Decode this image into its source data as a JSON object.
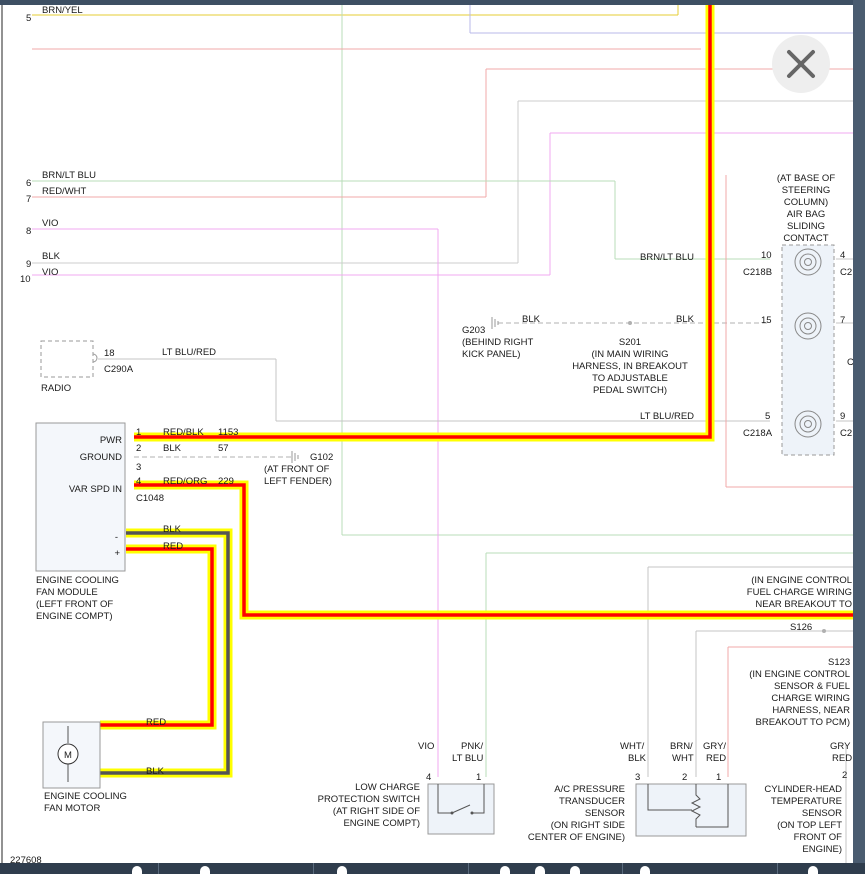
{
  "diagram": {
    "figure_id": "227608",
    "components": {
      "radio": {
        "name": "RADIO",
        "pin": "18",
        "connector": "C290A"
      },
      "fan_module": {
        "name": [
          "ENGINE COOLING",
          "FAN MODULE",
          "(LEFT FRONT OF",
          "ENGINE COMPT)"
        ],
        "pins": [
          "PWR",
          "GROUND",
          "VAR SPD IN",
          "-",
          "+"
        ],
        "connector": "C1048"
      },
      "fan_motor": {
        "name": [
          "ENGINE COOLING",
          "FAN MOTOR"
        ],
        "symbol": "M"
      },
      "air_bag": {
        "name": [
          "(AT BASE OF",
          "STEERING",
          "COLUMN)",
          "AIR BAG",
          "SLIDING",
          "CONTACT"
        ],
        "pins_left": [
          "10",
          "15",
          "5"
        ],
        "pins_right": [
          "4",
          "7",
          "9"
        ],
        "connectors": [
          "C218B",
          "C218A"
        ],
        "edge_clips": [
          "C2",
          "C2",
          "C"
        ]
      },
      "low_charge_switch": {
        "name": [
          "LOW CHARGE",
          "PROTECTION SWITCH",
          "(AT RIGHT SIDE OF",
          "ENGINE COMPT)"
        ],
        "pins": [
          "4",
          "1"
        ]
      },
      "ac_transducer": {
        "name": [
          "A/C PRESSURE",
          "TRANSDUCER",
          "SENSOR",
          "(ON RIGHT SIDE",
          "CENTER OF ENGINE)"
        ],
        "pins": [
          "3",
          "2",
          "1"
        ]
      },
      "cht_sensor": {
        "name": [
          "CYLINDER-HEAD",
          "TEMPERATURE",
          "SENSOR",
          "(ON TOP LEFT",
          "FRONT OF",
          "ENGINE)"
        ],
        "pin": "2"
      }
    },
    "grounds": {
      "g102": {
        "id": "G102",
        "location": [
          "(AT FRONT OF",
          "LEFT FENDER)"
        ]
      },
      "g203": {
        "id": "G203",
        "location": [
          "(BEHIND RIGHT",
          "KICK PANEL)"
        ]
      }
    },
    "splices": {
      "s201": {
        "id": "S201",
        "location": [
          "(IN MAIN WIRING",
          "HARNESS, IN BREAKOUT",
          "TO ADJUSTABLE",
          "PEDAL SWITCH)"
        ]
      },
      "s126": {
        "id": "S126"
      },
      "s123": {
        "id": "S123"
      },
      "engine_control_note_1": [
        "(IN ENGINE CONTROL",
        "FUEL CHARGE WIRING",
        "NEAR BREAKOUT TO"
      ],
      "engine_control_note_2": [
        "(IN ENGINE CONTROL",
        "SENSOR & FUEL",
        "CHARGE WIRING",
        "HARNESS, NEAR",
        "BREAKOUT TO PCM)"
      ]
    },
    "left_wires": [
      {
        "pin": "5",
        "label": "BRN/YEL"
      },
      {
        "pin": "6",
        "label": "BRN/LT BLU"
      },
      {
        "pin": "7",
        "label": "RED/WHT"
      },
      {
        "pin": "8",
        "label": "VIO"
      },
      {
        "pin": "9",
        "label": "BLK"
      },
      {
        "pin": "10",
        "label": "VIO"
      }
    ],
    "wires": {
      "radio_wire": "LT BLU/RED",
      "brn_lt_blu_right": "BRN/LT BLU",
      "s201_blk_left": "BLK",
      "s201_blk_right": "BLK",
      "lt_blu_red_right": "LT BLU/RED",
      "fan_pwr": {
        "pin": "1",
        "color": "RED/BLK",
        "circuit": "1153"
      },
      "fan_ground": {
        "pin": "2",
        "color": "BLK",
        "circuit": "57"
      },
      "fan_pin3": "3",
      "fan_var_spd": {
        "pin": "4",
        "color": "RED/ORG",
        "circuit": "229"
      },
      "motor_blk": "BLK",
      "motor_red": "RED",
      "motor_red_lower": "RED",
      "motor_blk_lower": "BLK",
      "switch_vio": "VIO",
      "switch_pnk": [
        "PNK/",
        "LT BLU"
      ],
      "transducer_wht": [
        "WHT/",
        "BLK"
      ],
      "transducer_brn": [
        "BRN/",
        "WHT"
      ],
      "transducer_gry": [
        "GRY/",
        "RED"
      ],
      "cht_gry": [
        "GRY",
        "RED"
      ]
    },
    "highlight_colors": {
      "conductor": "#ff0000",
      "glow": "#ffff00",
      "ground_conductor": "#555555"
    }
  },
  "viewer": {
    "close_icon": "close-icon",
    "theme": {
      "frame": "#3d4f63",
      "button": "#eeeeee",
      "icon": "#666666"
    }
  }
}
